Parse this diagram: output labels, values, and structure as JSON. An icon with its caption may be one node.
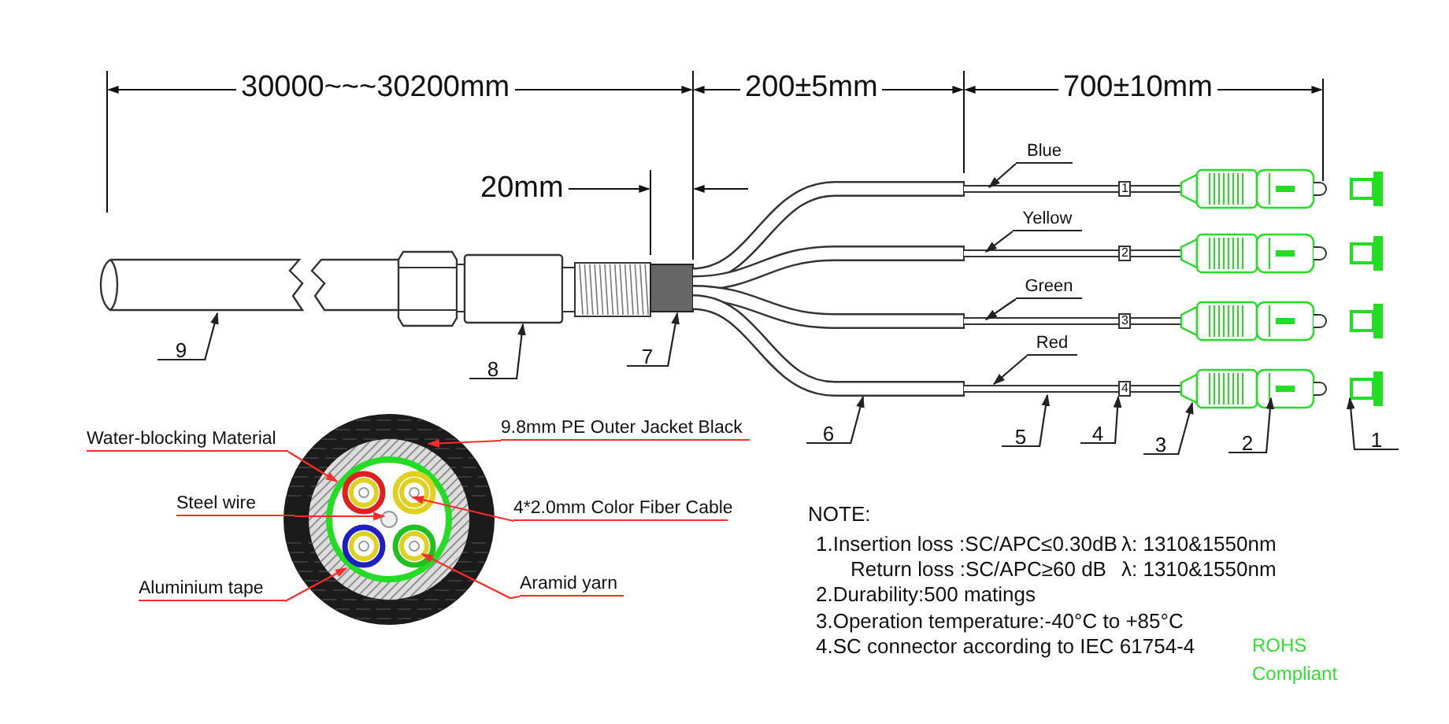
{
  "diagram": {
    "nodes": [
      {
        "text": [
          "9"
        ]
      },
      {
        "text": [
          "8"
        ]
      },
      {
        "text": [
          "7"
        ]
      },
      {
        "text": [
          "6"
        ]
      },
      {
        "text": [
          "5"
        ]
      },
      {
        "text": [
          "4"
        ]
      },
      {
        "text": [
          "3"
        ]
      },
      {
        "text": [
          "2"
        ]
      },
      {
        "text": [
          "1"
        ]
      },
      {
        "text": [
          "Blue"
        ]
      },
      {
        "text": [
          "Yellow"
        ]
      },
      {
        "text": [
          "Green"
        ]
      },
      {
        "text": [
          "Red"
        ]
      },
      {
        "text": [
          "Water-blocking Material"
        ]
      },
      {
        "text": [
          "Steel wire"
        ]
      },
      {
        "text": [
          "Aluminium tape"
        ]
      },
      {
        "text": [
          "9.8mm PE Outer Jacket Black"
        ]
      },
      {
        "text": [
          "4*2.0mm Color Fiber Cable"
        ]
      },
      {
        "text": [
          "Aramid yarn"
        ]
      },
      {
        "text": [
          "4"
        ]
      }
    ],
    "edges": [
      {
        "from": 0,
        "to": null,
        "arrow": "to"
      },
      {
        "from": 1,
        "to": null,
        "arrow": "to"
      },
      {
        "from": 2,
        "to": null,
        "arrow": "to"
      },
      {
        "from": 3,
        "to": null,
        "arrow": "to"
      },
      {
        "from": 4,
        "to": null,
        "arrow": "to"
      },
      {
        "from": 5,
        "to": 19,
        "arrow": "to"
      },
      {
        "from": 6,
        "to": null,
        "arrow": "to"
      },
      {
        "from": 7,
        "to": null,
        "arrow": "to"
      },
      {
        "from": 8,
        "to": null,
        "arrow": "to"
      },
      {
        "from": 9,
        "to": null,
        "arrow": "to"
      },
      {
        "from": 10,
        "to": null,
        "arrow": "to"
      },
      {
        "from": 11,
        "to": null,
        "arrow": "to"
      },
      {
        "from": 12,
        "to": null,
        "arrow": "to"
      },
      {
        "from": 13,
        "to": null,
        "arrow": "to",
        "color": "#ff2a2a"
      },
      {
        "from": 14,
        "to": null,
        "arrow": "to",
        "color": "#ff2a2a"
      },
      {
        "from": 15,
        "to": null,
        "arrow": "to",
        "color": "#ff2a2a"
      },
      {
        "from": 16,
        "to": null,
        "arrow": "to",
        "color": "#ff2a2a"
      },
      {
        "from": 17,
        "to": null,
        "arrow": "to",
        "color": "#ff2a2a"
      },
      {
        "from": 18,
        "to": null,
        "arrow": "to",
        "color": "#ff2a2a"
      }
    ],
    "labels": [
      "30000~~~30200mm",
      "20mm",
      "200±5mm",
      "700±10mm",
      "1",
      "2",
      "3",
      "NOTE:",
      "1.Insertion loss :SC/APC≤0.30dB",
      "λ: 1310&1550nm",
      "Return loss :SC/APC≥60 dB",
      "λ: 1310&1550nm",
      "2.Durability:500 matings",
      "3.Operation temperature:-40°C to +85°C",
      "4.SC connector according to IEC 61754-4",
      "ROHS Compliant"
    ]
  }
}
